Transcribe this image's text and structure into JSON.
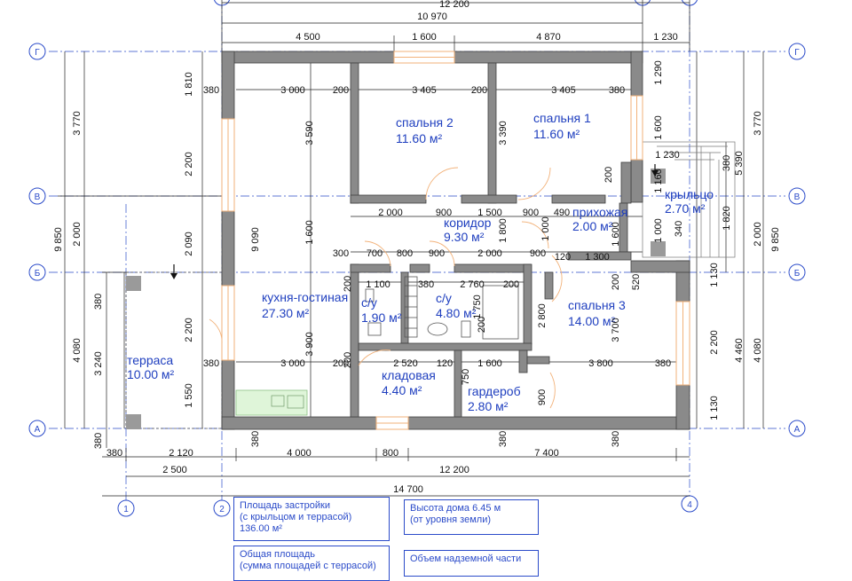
{
  "dimensions": {
    "top_overall": "12 200",
    "top_inner": "10 970",
    "top_seg_1": "4 500",
    "top_seg_2": "1 600",
    "top_seg_3": "4 870",
    "top_seg_4": "1 230",
    "row1_1": "380",
    "row1_2": "3 000",
    "row1_3": "200",
    "row1_4": "3 405",
    "row1_5": "200",
    "row1_6": "3 405",
    "row1_7": "380",
    "row2_1": "2 000",
    "row2_2": "900",
    "row2_3": "1 500",
    "row2_4": "900",
    "row2_5": "490",
    "row3_1": "300",
    "row3_2": "700",
    "row3_3": "800",
    "row3_4": "900",
    "row3_5": "2 000",
    "row3_6": "900",
    "row3_7": "120",
    "row3_8": "1 300",
    "row4_1": "1 100",
    "row4_2": "380",
    "row4_3": "2 760",
    "row4_4": "200",
    "row5_1": "380",
    "row5_2": "3 000",
    "row5_3": "200",
    "row5_4": "2 520",
    "row5_5": "120",
    "row5_6": "1 600",
    "row5_7": "3 800",
    "row5_8": "380",
    "bot_380_a": "380",
    "bot_380_b": "380",
    "bot_380_c": "380",
    "bot_380_d": "380",
    "bot_380_e": "380",
    "bot_2120": "2 120",
    "bot_4000": "4 000",
    "bot_800": "800",
    "bot_7400": "7 400",
    "bot_2500": "2 500",
    "bot_12200": "12 200",
    "bot_14700": "14 700",
    "left_3770": "3 770",
    "left_1810": "1 810",
    "left_2200a": "2 200",
    "left_2000": "2 000",
    "left_9850": "9 850",
    "left_2090": "2 090",
    "left_2200b": "2 200",
    "left_1550": "1 550",
    "left_4080": "4 080",
    "left_3240": "3 240",
    "left_380": "380",
    "left_9090": "9 090",
    "left_3590": "3 590",
    "left_1600": "1 600",
    "left_3900": "3 900",
    "mid_3390": "3 390",
    "mid_1800": "1 800",
    "mid_1000a": "1 000",
    "mid_200a": "200",
    "mid_200b": "200",
    "mid_1750": "1 750",
    "mid_200c": "200",
    "mid_750": "750",
    "mid_900": "900",
    "mid_2800": "2 800",
    "mid_3700": "3 700",
    "mid_200d": "200",
    "mid_1600b": "1 600",
    "mid_1000b": "1 000",
    "mid_520": "520",
    "right_1290": "1 290",
    "right_1600": "1 600",
    "right_200": "200",
    "right_1160": "1 160",
    "right_1230": "1 230",
    "right_380": "380",
    "right_5390": "5 390",
    "right_1820": "1 820",
    "right_340": "340",
    "right_1130a": "1 130",
    "right_2200": "2 200",
    "right_1130b": "1 130",
    "right_4460": "4 460",
    "right_3770": "3 770",
    "right_2000": "2 000",
    "right_9850": "9 850",
    "right_4080": "4 080"
  },
  "axes": {
    "G": "Г",
    "V": "В",
    "B": "Б",
    "A": "А",
    "n1": "1",
    "n2": "2",
    "n4": "4"
  },
  "rooms": {
    "bedroom2": {
      "name": "спальня 2",
      "area": "11.60 м²"
    },
    "bedroom1": {
      "name": "спальня 1",
      "area": "11.60 м²"
    },
    "porch": {
      "name": "крыльцо",
      "area": "2.70 м²"
    },
    "corridor": {
      "name": "коридор",
      "area": "9.30 м²"
    },
    "hall": {
      "name": "прихожая",
      "area": "2.00 м²"
    },
    "kitchen": {
      "name": "кухня-гостиная",
      "area": "27.30 м²"
    },
    "wc1": {
      "name": "с/у",
      "area": "1.90 м²"
    },
    "wc2": {
      "name": "с/у",
      "area": "4.80 м²"
    },
    "bedroom3": {
      "name": "спальня 3",
      "area": "14.00 м²"
    },
    "terrace": {
      "name": "терраса",
      "area": "10.00 м²"
    },
    "pantry": {
      "name": "кладовая",
      "area": "4.40 м²"
    },
    "wardrobe": {
      "name": "гардероб",
      "area": "2.80 м²"
    }
  },
  "notes": {
    "build_area": {
      "line1": "Площадь застройки",
      "line2": "(с крыльцом и террасой)",
      "line3": "136.00 м²"
    },
    "height": {
      "line1": "Высота дома  6.45 м",
      "line2": "(от уровня земли)"
    },
    "total_area": {
      "line1": "Общая площадь",
      "line2": "(сумма площадей с террасой)"
    },
    "volume": {
      "line1": "Объем надземной части"
    }
  },
  "colors": {
    "wall": "#4a4a4a",
    "wall_fill": "#8a8a8a",
    "axis": "#2b4bc9",
    "window": "#f2b27a",
    "room_text": "#1f3fbf"
  }
}
